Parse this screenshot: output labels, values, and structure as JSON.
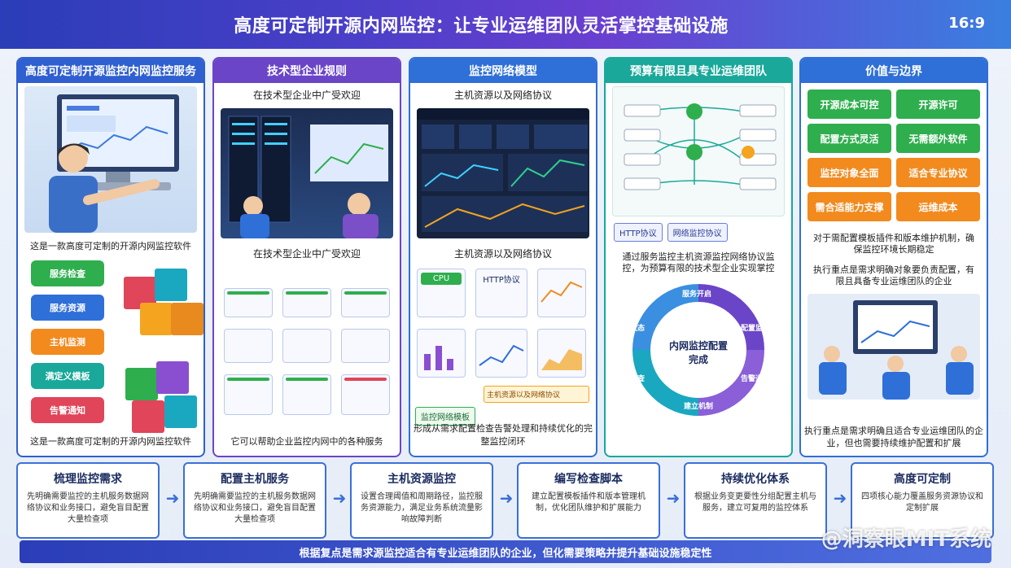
{
  "header": {
    "title": "高度可定制开源内网监控：让专业运维团队灵活掌控基础设施",
    "ratio": "16:9"
  },
  "panels": [
    {
      "title": "高度可定制开源监控内网监控服务",
      "caption_top": "这是一款高度可定制的开源内网监控软件",
      "caption_bottom": "这是一款高度可定制的开源内网监控软件",
      "modules": [
        "服务检查",
        "服务资源",
        "主机监测",
        "满定义模板",
        "告警通知"
      ]
    },
    {
      "title": "技术型企业规则",
      "subtitle": "在技术型企业中广受欢迎",
      "subtitle2": "在技术型企业中广受欢迎",
      "caption_bottom": "它可以帮助企业监控内网中的各种服务"
    },
    {
      "title": "监控网络模型",
      "subtitle": "主机资源以及网络协议",
      "subtitle2": "主机资源以及网络协议",
      "chip_http": "HTTP协议",
      "chip_cpu": "CPU",
      "chip_note": "主机资源以及网络协议",
      "tag_template": "监控网络模板",
      "caption_bottom": "形成从需求配置检查告警处理和持续优化的完整监控闭环"
    },
    {
      "title": "预算有限且具专业运维团队",
      "tag_http": "HTTP协议",
      "tag_net": "网络监控协议",
      "cycle_center": "内网监控配置完成",
      "cycle_labels": [
        "服务状态",
        "服务开启",
        "配置监控",
        "设置检查",
        "告警通知",
        "建立机制"
      ],
      "text_mid": "通过服务监控主机资源监控网络协议监控，为预算有限的技术型企业实现掌控"
    },
    {
      "title": "价值与边界",
      "values": [
        {
          "label": "开源成本可控",
          "color": "#2fae4e"
        },
        {
          "label": "开源许可",
          "color": "#2fae4e"
        },
        {
          "label": "配置方式灵活",
          "color": "#2fae4e"
        },
        {
          "label": "无需额外软件",
          "color": "#2fae4e"
        },
        {
          "label": "监控对象全面",
          "color": "#f28a1e"
        },
        {
          "label": "适合专业协议",
          "color": "#f28a1e"
        },
        {
          "label": "需合适能力支撑",
          "color": "#f28a1e"
        },
        {
          "label": "运维成本",
          "color": "#f28a1e"
        }
      ],
      "text_a": "对于需配置模板插件和版本维护机制，确保监控环境长期稳定",
      "text_b": "执行重点是需求明确对象要负责配置，有限且具备专业运维团队的企业",
      "caption_bottom": "执行重点是需求明确且适合专业运维团队的企业，但也需要持续维护配置和扩展"
    }
  ],
  "steps": [
    {
      "title": "梳理监控需求",
      "desc": "先明确需要监控的主机服务数据网络协议和业务接口，避免盲目配置大量检查项"
    },
    {
      "title": "配置主机服务",
      "desc": "先明确需要监控的主机服务数据网络协议和业务接口，避免盲目配置大量检查项"
    },
    {
      "title": "主机资源监控",
      "desc": "设置合理阈值和周期路径，监控服务资源能力，满足业务系统流量影响故障判断"
    },
    {
      "title": "编写检查脚本",
      "desc": "建立配置模板插件和版本管理机制，优化团队维护和扩展能力"
    },
    {
      "title": "持续优化体系",
      "desc": "根据业务变更要性分组配置主机与服务，建立可复用的监控体系"
    },
    {
      "title": "高度可定制",
      "desc": "四项核心能力覆盖服务资源协议和定制扩展"
    }
  ],
  "footer": "根据复点是需求源监控适合有专业运维团队的企业，但化需要策略并提升基础设施稳定性",
  "watermark": "@洞察眼MIT系统"
}
